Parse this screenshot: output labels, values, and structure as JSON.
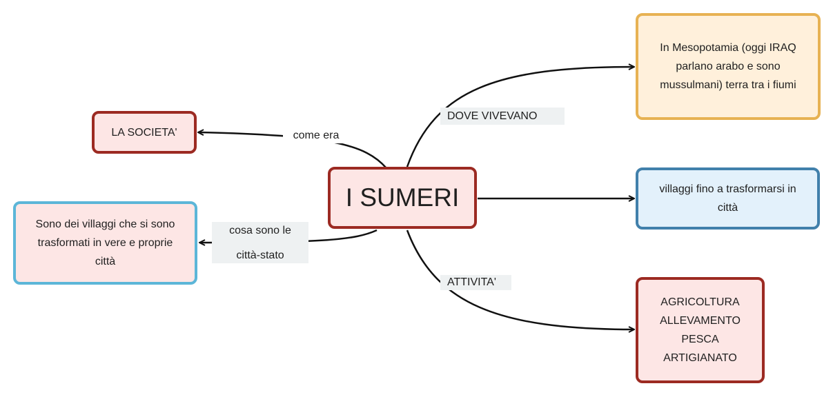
{
  "central": {
    "label": "I SUMERI"
  },
  "nodes": {
    "societa": {
      "label": "LA SOCIETA'"
    },
    "citta_stato": {
      "label": "Sono dei villaggi che si sono\ntrasformati in vere e proprie\ncittà"
    },
    "mesopotamia": {
      "label": "In Mesopotamia (oggi IRAQ\nparlano arabo e sono\nmussulmani) terra tra i fiumi"
    },
    "villaggi": {
      "label": "villaggi fino a trasformarsi in\ncittà"
    },
    "attivita": {
      "label": "AGRICOLTURA\nALLEVAMENTO\nPESCA\nARTIGIANATO"
    }
  },
  "edges": {
    "come_era": {
      "label": "come era"
    },
    "cosa_sono": {
      "label": "cosa sono le\n\ncittà-stato"
    },
    "dove_vivevano": {
      "label": "DOVE VIVEVANO"
    },
    "attivita": {
      "label": "ATTIVITA'"
    }
  },
  "colors": {
    "red_border": "#9c2a22",
    "red_fill": "#fde6e5",
    "orange_border": "#e7b253",
    "orange_fill": "#fff0db",
    "blue_border": "#4180ab",
    "blue_fill": "#e3f1fb",
    "cyan_border": "#5cb6d8",
    "connector": "#111111"
  }
}
